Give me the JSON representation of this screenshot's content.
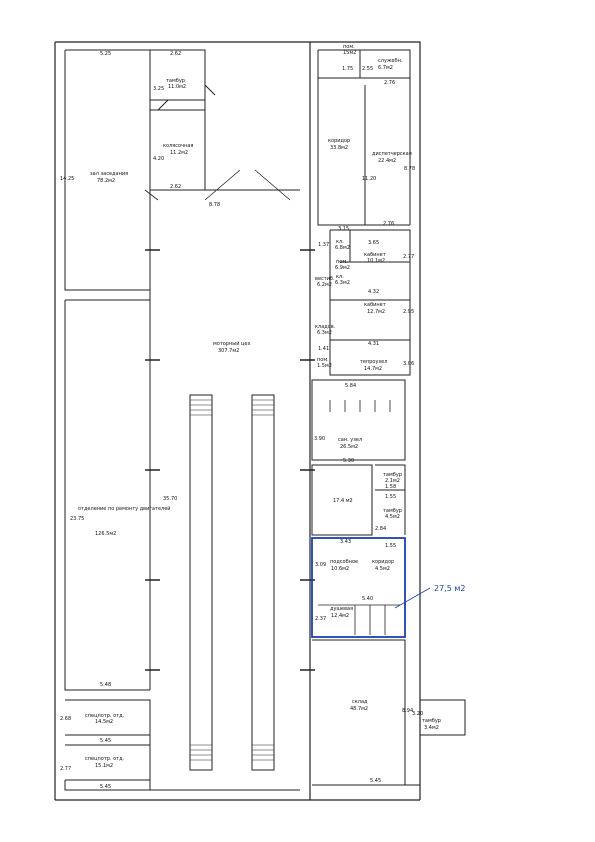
{
  "colors": {
    "wall": "#222222",
    "highlight": "#1c3fb0",
    "paper": "#ffffff"
  },
  "rooms": {
    "hall": {
      "name": "зал заседания",
      "area": "78.2м2"
    },
    "tambur_top": {
      "name": "тамбур",
      "area": "11.0м2"
    },
    "kolyasochnaya": {
      "name": "колясочная",
      "area": "11.2м2"
    },
    "motor_shop": {
      "name": "моторный цех",
      "area": "307.7м2"
    },
    "engine_repair": {
      "name": "отделение по ремонту двигателей",
      "area": "126.5м2"
    },
    "spec_otd_1": {
      "name": "спецпотр. отд.",
      "area": "14.5м2"
    },
    "spec_otd_2": {
      "name": "спецпотр. отд.",
      "area": "15.1м2"
    },
    "pom_top": {
      "name": "пом.",
      "area": "15м2"
    },
    "sluzhebn": {
      "name": "служебн.",
      "area": "6.7м2"
    },
    "koridor": {
      "name": "коридор",
      "area": "33.8м2"
    },
    "dispatcher": {
      "name": "диспетчерская",
      "area": "22.4м2"
    },
    "small_1": {
      "name": "кл.",
      "area": "6.8м2"
    },
    "small_2": {
      "name": "пом.",
      "area": "6.9м2"
    },
    "small_3": {
      "name": "кл.",
      "area": "6.3м2"
    },
    "kabinet_1": {
      "name": "кабинет",
      "area": "10.1м2"
    },
    "kabinet_2": {
      "name": "кабинет",
      "area": "12.7м2"
    },
    "kladovaya": {
      "name": "кладов.",
      "area": "6.3м2"
    },
    "vestibul": {
      "name": "вестиб.",
      "area": "6.2м2"
    },
    "pom_small": {
      "name": "пом.",
      "area": "1.5м2"
    },
    "teplouzel": {
      "name": "тепроузел",
      "area": "14.7м2"
    },
    "san_uzel": {
      "name": "сан. узел",
      "area": "26.5м2"
    },
    "tambur_2": {
      "name": "тамбур",
      "area": "2.1м2"
    },
    "room_17": {
      "name": "",
      "area": "17.4 м2"
    },
    "tambur_3": {
      "name": "тамбур",
      "area": "4.5м2"
    },
    "podsobnoe": {
      "name": "подсобное",
      "area": "10.6м2"
    },
    "koridor_2": {
      "name": "коридор",
      "area": "4.5м2"
    },
    "dushevaya": {
      "name": "душевая",
      "area": "12.4м2"
    },
    "sklad": {
      "name": "склад",
      "area": "48.7м2"
    },
    "tambur_4": {
      "name": "тамбур",
      "area": "3.4м2"
    }
  },
  "dimensions": {
    "d1": "5.25",
    "d2": "2.62",
    "d3": "3.25",
    "d4": "4.20",
    "d5": "2.62",
    "d6": "14.25",
    "d7": "8.78",
    "d8": "23.75",
    "d9": "35.70",
    "d10": "5.48",
    "d11": "2.68",
    "d12": "5.45",
    "d13": "2.77",
    "d14": "5.45",
    "d15": "1.75",
    "d16": "2.55",
    "d17": "2.76",
    "d18": "11.20",
    "d19": "8.78",
    "d20": "3.15",
    "d21": "2.76",
    "d22": "3.65",
    "d23": "1.37",
    "d24": "2.77",
    "d25": "4.32",
    "d26": "2.95",
    "d27": "4.31",
    "d28": "1.41",
    "d29": "3.06",
    "d30": "5.84",
    "d31": "3.90",
    "d32": "5.30",
    "d33": "1.58",
    "d34": "1.55",
    "d35": "2.84",
    "d36": "3.43",
    "d37": "1.55",
    "d38": "3.09",
    "d39": "5.40",
    "d40": "2.37",
    "d41": "8.94",
    "d42": "5.45",
    "d43": "3.20"
  },
  "highlight": {
    "area_label": "27,5 м2"
  }
}
